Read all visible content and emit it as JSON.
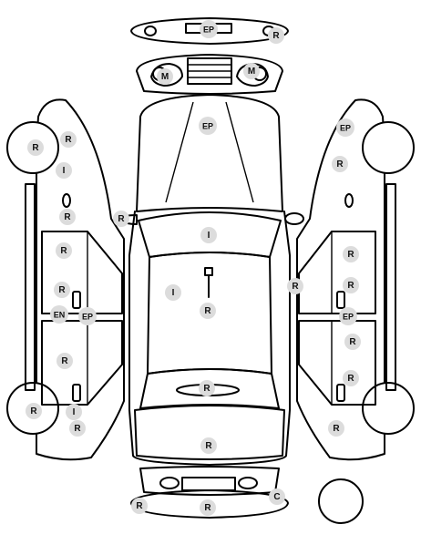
{
  "diagram": {
    "legend": {
      "R": "R",
      "EP": "EP",
      "M": "M",
      "I": "I",
      "EN": "EN",
      "C": "C"
    },
    "colors": {
      "outline": "#000000",
      "badge": "#dcdcdc",
      "background": "#ffffff"
    }
  }
}
